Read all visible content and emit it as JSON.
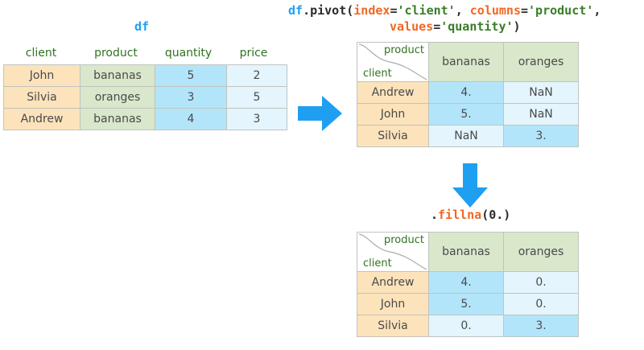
{
  "figure": {
    "title_label": "df",
    "accent_blue": "#1e9ff2",
    "orange": "#fce3bb",
    "green": "#d9e7cb",
    "blue": "#b3e5fa",
    "pale_blue": "#e4f5fd"
  },
  "code_pivot": {
    "line1": [
      {
        "t": "df",
        "c": "var"
      },
      {
        "t": ".pivot(",
        "c": "pl"
      },
      {
        "t": "index",
        "c": "kw"
      },
      {
        "t": "=",
        "c": "pl"
      },
      {
        "t": "'client'",
        "c": "str"
      },
      {
        "t": ", ",
        "c": "pl"
      },
      {
        "t": "columns",
        "c": "kw"
      },
      {
        "t": "=",
        "c": "pl"
      },
      {
        "t": "'product'",
        "c": "str"
      },
      {
        "t": ",",
        "c": "pl"
      }
    ],
    "line2": [
      {
        "t": "values",
        "c": "kw"
      },
      {
        "t": "=",
        "c": "pl"
      },
      {
        "t": "'quantity'",
        "c": "str"
      },
      {
        "t": ")",
        "c": "pl"
      }
    ]
  },
  "code_fillna": {
    "line1": [
      {
        "t": ".",
        "c": "pl"
      },
      {
        "t": "fillna",
        "c": "kw"
      },
      {
        "t": "(0.)",
        "c": "pl"
      }
    ]
  },
  "df_table": {
    "name": "df",
    "columns": [
      "client",
      "product",
      "quantity",
      "price"
    ],
    "column_styles": [
      "c-orange",
      "c-green",
      "c-blue",
      "c-paleblue"
    ],
    "rows": [
      [
        "John",
        "bananas",
        "5",
        "2"
      ],
      [
        "Silvia",
        "oranges",
        "3",
        "5"
      ],
      [
        "Andrew",
        "bananas",
        "4",
        "3"
      ]
    ]
  },
  "pivot_table": {
    "corner_top": "product",
    "corner_bottom": "client",
    "columns": [
      "bananas",
      "oranges"
    ],
    "index": [
      "Andrew",
      "John",
      "Silvia"
    ],
    "rows": [
      [
        {
          "v": "4.",
          "s": "c-blue"
        },
        {
          "v": "NaN",
          "s": "c-paleblue"
        }
      ],
      [
        {
          "v": "5.",
          "s": "c-blue"
        },
        {
          "v": "NaN",
          "s": "c-paleblue"
        }
      ],
      [
        {
          "v": "NaN",
          "s": "c-paleblue"
        },
        {
          "v": "3.",
          "s": "c-blue"
        }
      ]
    ]
  },
  "filled_table": {
    "corner_top": "product",
    "corner_bottom": "client",
    "columns": [
      "bananas",
      "oranges"
    ],
    "index": [
      "Andrew",
      "John",
      "Silvia"
    ],
    "rows": [
      [
        {
          "v": "4.",
          "s": "c-blue"
        },
        {
          "v": "0.",
          "s": "c-paleblue"
        }
      ],
      [
        {
          "v": "5.",
          "s": "c-blue"
        },
        {
          "v": "0.",
          "s": "c-paleblue"
        }
      ],
      [
        {
          "v": "0.",
          "s": "c-paleblue"
        },
        {
          "v": "3.",
          "s": "c-blue"
        }
      ]
    ]
  },
  "arrows": [
    {
      "name": "arrow-right-pivot",
      "direction": "right"
    },
    {
      "name": "arrow-down-fillna",
      "direction": "down"
    }
  ]
}
